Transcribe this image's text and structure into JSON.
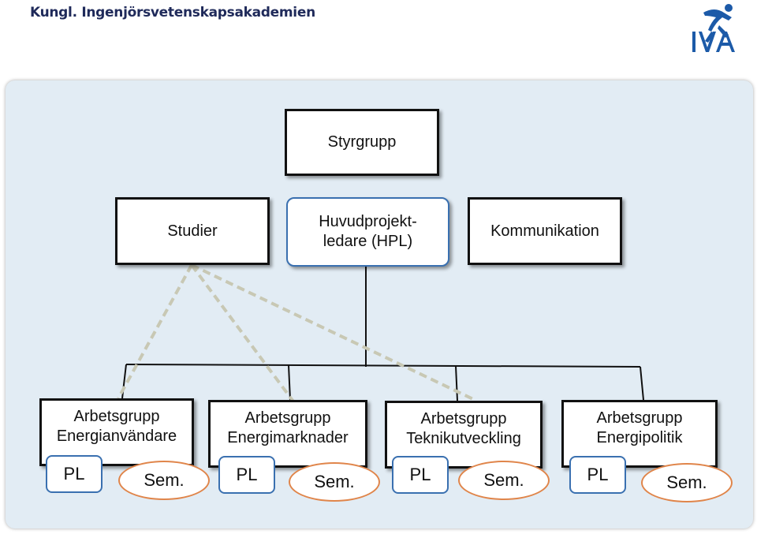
{
  "header": {
    "org_name": "Kungl. Ingenjörsvetenskapsakademien",
    "logo_text": "IVA"
  },
  "diagram": {
    "styrgrupp": "Styrgrupp",
    "studier": "Studier",
    "hpl_line1": "Huvudprojekt-",
    "hpl_line2": "ledare (HPL)",
    "kommunikation": "Kommunikation",
    "groups": [
      {
        "line1": "Arbetsgrupp",
        "line2": "Energianvändare",
        "pl": "PL",
        "sem": "Sem."
      },
      {
        "line1": "Arbetsgrupp",
        "line2": "Energimarknader",
        "pl": "PL",
        "sem": "Sem."
      },
      {
        "line1": "Arbetsgrupp",
        "line2": "Teknikutveckling",
        "pl": "PL",
        "sem": "Sem."
      },
      {
        "line1": "Arbetsgrupp",
        "line2": "Energipolitik",
        "pl": "PL",
        "sem": "Sem."
      }
    ]
  },
  "colors": {
    "panel_bg": "#e2ecf4",
    "hpl_border": "#3a70b0",
    "pl_border": "#3a70b0",
    "sem_border": "#e0854a",
    "dashed_link": "#c8c8b4",
    "logo_blue": "#1c5aa8"
  }
}
